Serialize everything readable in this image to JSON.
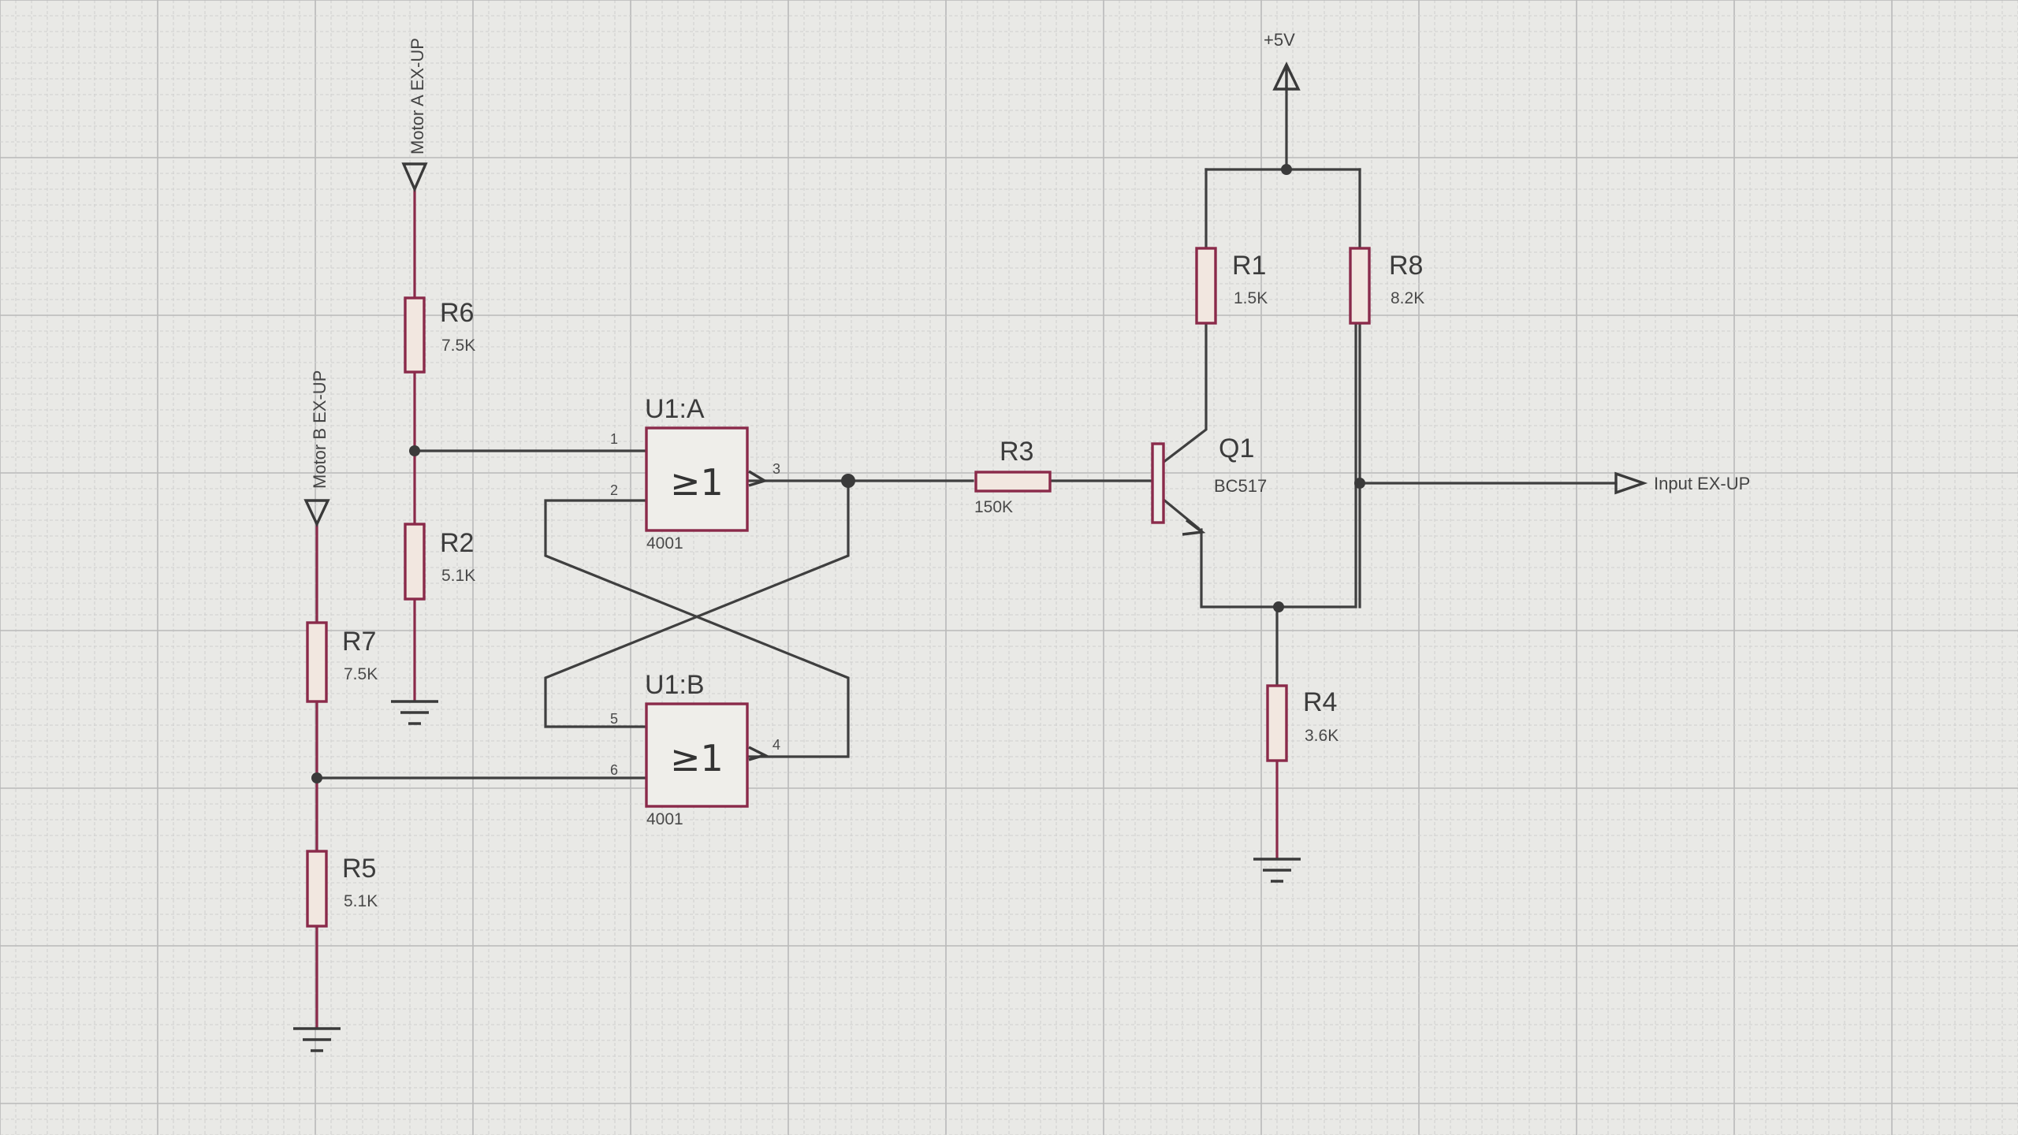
{
  "power": {
    "label": "+5V"
  },
  "nets": {
    "motor_a": "Motor A EX-UP",
    "motor_b": "Motor B EX-UP",
    "input": "Input EX-UP"
  },
  "resistors": {
    "r1": {
      "ref": "R1",
      "value": "1.5K"
    },
    "r2": {
      "ref": "R2",
      "value": "5.1K"
    },
    "r3": {
      "ref": "R3",
      "value": "150K"
    },
    "r4": {
      "ref": "R4",
      "value": "3.6K"
    },
    "r5": {
      "ref": "R5",
      "value": "5.1K"
    },
    "r6": {
      "ref": "R6",
      "value": "7.5K"
    },
    "r7": {
      "ref": "R7",
      "value": "7.5K"
    },
    "r8": {
      "ref": "R8",
      "value": "8.2K"
    }
  },
  "gates": {
    "u1a": {
      "ref": "U1:A",
      "part": "4001",
      "symbol": "≥1",
      "pins": [
        "1",
        "2",
        "3"
      ]
    },
    "u1b": {
      "ref": "U1:B",
      "part": "4001",
      "symbol": "≥1",
      "pins": [
        "5",
        "6",
        "4"
      ]
    }
  },
  "transistor": {
    "ref": "Q1",
    "part": "BC517"
  },
  "colors": {
    "grid_minor": "#cfcfcf",
    "grid_major": "#b9b9b9",
    "wire": "#3f3f3f",
    "component": "#8a2a4a",
    "background": "#e9e9e6"
  }
}
